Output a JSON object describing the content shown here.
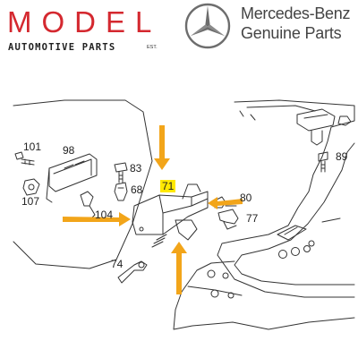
{
  "header": {
    "model_logo": {
      "word": "MODEL",
      "subtitle": "AUTOMOTIVE PARTS",
      "est": "EST.",
      "color": "#d4282f"
    },
    "mercedes": {
      "brand": "Mercedes-Benz",
      "subtitle": "Genuine Parts",
      "icon": "mercedes-star-icon"
    }
  },
  "diagram": {
    "highlighted_part": "71",
    "highlight_color": "#ffe800",
    "arrow_color": "#f2a51a",
    "callouts": [
      "101",
      "98",
      "83",
      "68",
      "107",
      "104",
      "71",
      "80",
      "77",
      "74",
      "89"
    ]
  }
}
